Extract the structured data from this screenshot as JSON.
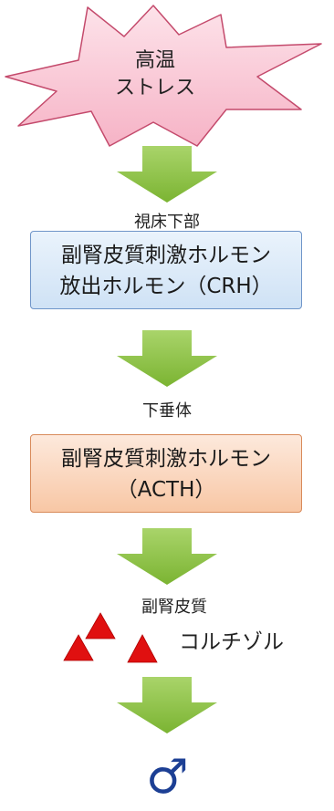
{
  "stress": {
    "line1": "高温",
    "line2": "ストレス"
  },
  "stages": [
    {
      "organ": "視床下部",
      "hormone_line1": "副腎皮質刺激ホルモン",
      "hormone_line2": "放出ホルモン（CRH）"
    },
    {
      "organ": "下垂体",
      "hormone_line1": "副腎皮質刺激ホルモン",
      "hormone_line2": "（ACTH）"
    },
    {
      "organ": "副腎皮質",
      "hormone_line1": "コルチゾル"
    }
  ],
  "result_symbol": "♂",
  "colors": {
    "burst_fill": "#f9c5d4",
    "burst_stroke": "#c44a6c",
    "arrow_green": "#8dc63f",
    "crh_border": "#6f95c9",
    "acth_border": "#d88a5a",
    "cortisol_triangle": "#e01010",
    "male_symbol": "#1c3f94"
  }
}
